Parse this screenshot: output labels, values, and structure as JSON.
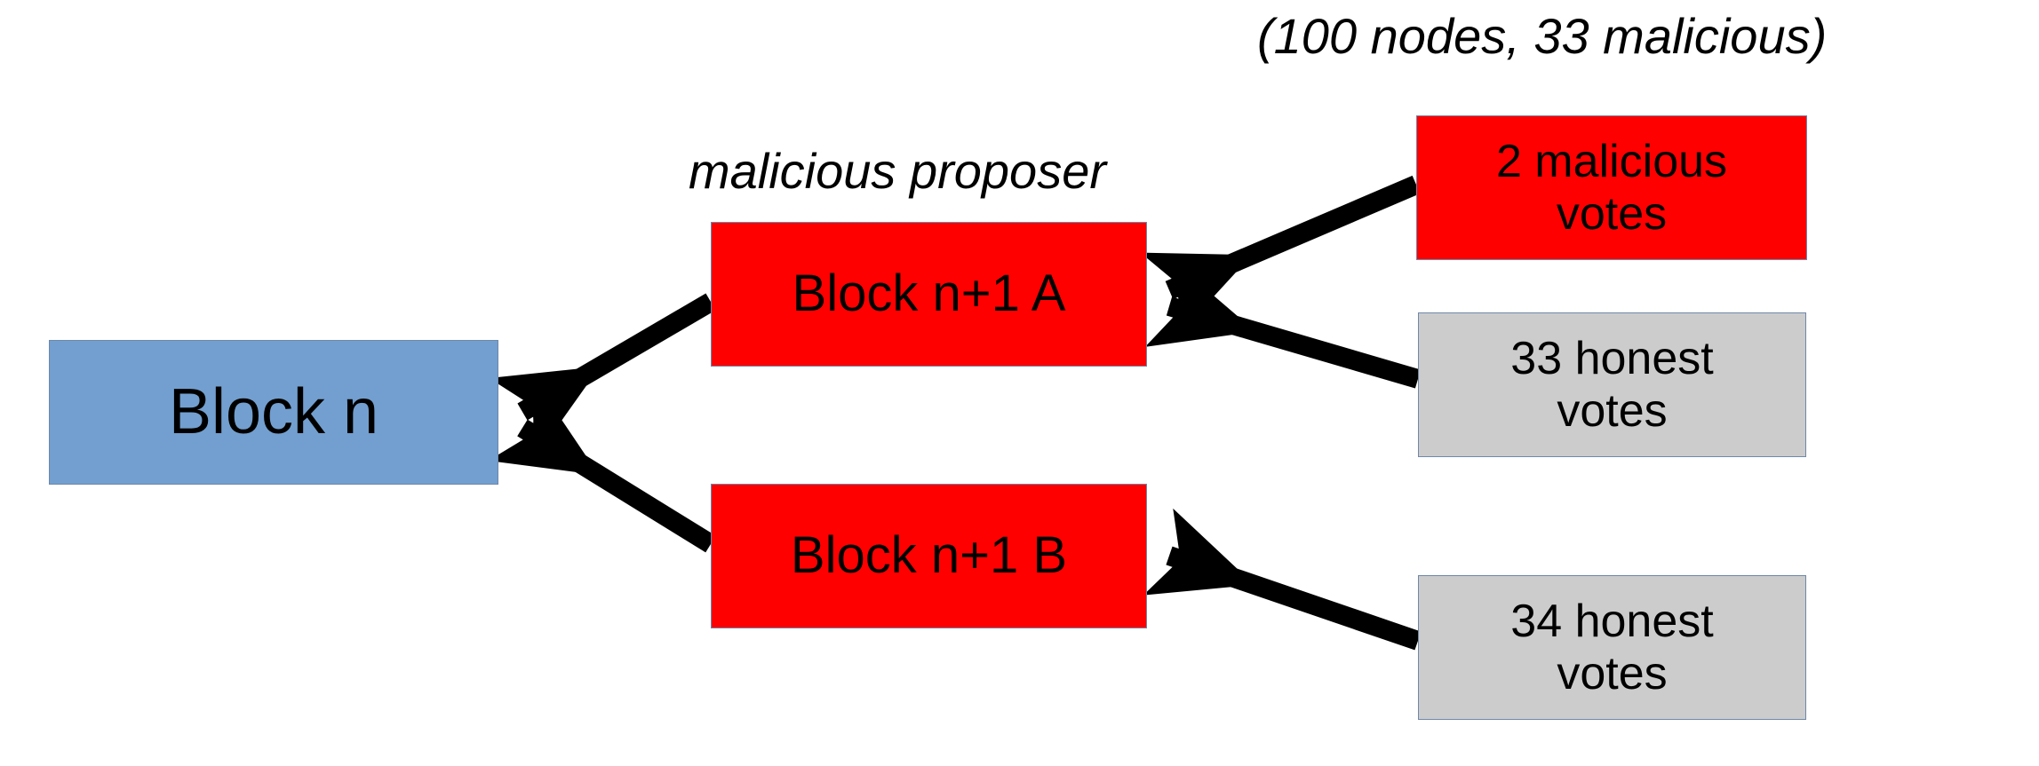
{
  "diagram": {
    "title_caption": "(100 nodes, 33 malicious)",
    "proposer_caption": "malicious proposer",
    "colors": {
      "canvas": "#ffffff",
      "block_existing": "#729fcf",
      "block_conflicting": "#ff0000",
      "votes_honest": "#cccccc",
      "votes_malicious": "#ff0000",
      "arrow": "#000000",
      "border": "#6e87a8"
    },
    "nodes": {
      "block_n": {
        "label": "Block n"
      },
      "block_n1_a": {
        "label": "Block n+1 A"
      },
      "block_n1_b": {
        "label": "Block n+1 B"
      },
      "malicious_votes": {
        "label": "2 malicious\nvotes",
        "count": 2,
        "kind": "malicious"
      },
      "honest_votes_a": {
        "label": "33 honest\nvotes",
        "count": 33,
        "kind": "honest"
      },
      "honest_votes_b": {
        "label": "34 honest\nvotes",
        "count": 34,
        "kind": "honest"
      }
    },
    "edges": [
      {
        "from": "block_n1_a",
        "to": "block_n",
        "style": "thick-arrow"
      },
      {
        "from": "block_n1_b",
        "to": "block_n",
        "style": "thick-arrow"
      },
      {
        "from": "malicious_votes",
        "to": "block_n1_a",
        "style": "thick-arrow"
      },
      {
        "from": "honest_votes_a",
        "to": "block_n1_a",
        "style": "thick-arrow"
      },
      {
        "from": "honest_votes_b",
        "to": "block_n1_b",
        "style": "thick-arrow"
      }
    ],
    "totals": {
      "nodes": 100,
      "malicious": 33
    }
  }
}
